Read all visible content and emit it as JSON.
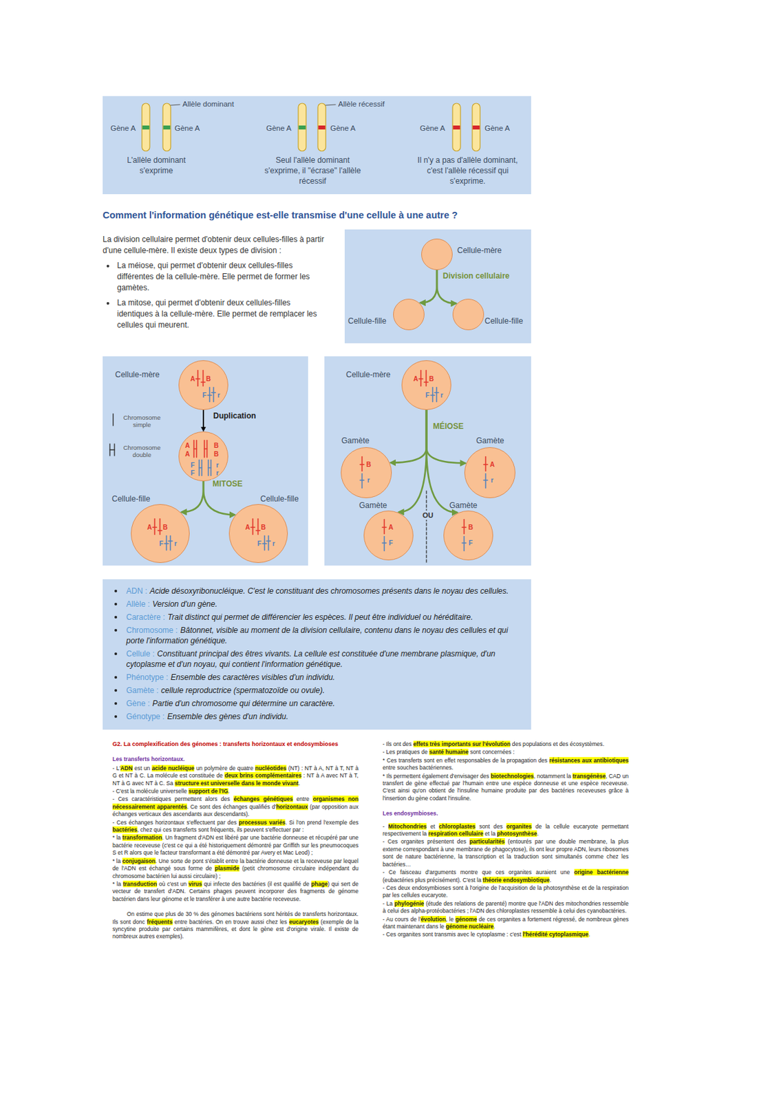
{
  "diagram": {
    "nodes": [
      {
        "text": [
          "L'allèle dominant s'exprime",
          "Seul l'allèle dominant s'exprime, il \"écrase\" l'allèle récessif",
          "Il n'y a pas d'allèle dominant, c'est l'allèle récessif qui s'exprime."
        ]
      },
      {
        "text": [
          "La division cellulaire permet d'obtenir deux cellules-filles à partir d'une cellule-mère. Il existe deux types de division :",
          "La méiose, qui permet d'obtenir deux cellules-filles différentes de la cellule-mère. Elle permet de former les gamètes.",
          "La mitose, qui permet d'obtenir deux cellules-filles identiques à la cellule-mère. Elle permet de remplacer les cellules qui meurent."
        ]
      },
      {
        "text": [
          "Division cellulaire"
        ]
      },
      {
        "text": [
          "Cellule-mère"
        ],
        "in": 2
      },
      {
        "text": [
          "Cellule-fille"
        ],
        "in": 2
      },
      {
        "text": [
          "Cellule-fille"
        ],
        "in": 2
      },
      {
        "text": [
          "Chromosome simple",
          "Chromosome double"
        ]
      },
      {
        "text": [
          "Cellule-mère",
          "A",
          "B",
          "F",
          "r"
        ],
        "in": 6
      },
      {
        "text": [
          "A",
          "A",
          "B",
          "B",
          "F",
          "F",
          "r",
          "r"
        ],
        "in": 6
      },
      {
        "text": [
          "Cellule-fille",
          "A",
          "B",
          "F",
          "r"
        ],
        "in": 6
      },
      {
        "text": [
          "Cellule-fille",
          "A",
          "B",
          "F",
          "r"
        ],
        "in": 6
      },
      {
        "text": [
          "MÉIOSE"
        ]
      },
      {
        "text": [
          "Cellule-mère",
          "A",
          "B",
          "F",
          "r"
        ],
        "in": 11
      },
      {
        "text": [
          "Gamète",
          "B",
          "r"
        ],
        "in": 11
      },
      {
        "text": [
          "Gamète",
          "A",
          "r"
        ],
        "in": 11
      },
      {
        "text": [
          "Gamète",
          "A",
          "F"
        ],
        "in": 11
      },
      {
        "text": [
          "Gamète",
          "B",
          "F"
        ],
        "in": 11
      },
      {
        "text": [
          "ADN :",
          "Acide désoxyribonucléique. C'est le constituant des chromosomes présents dans le noyau des cellules.",
          "Allèle :",
          "Version d'un gène.",
          "Caractère :",
          "Trait distinct qui permet de différencier les espèces. Il peut être individuel ou héréditaire.",
          "Chromosome :",
          "Bâtonnet, visible au moment de la division cellulaire, contenu dans le noyau des cellules et qui porte l'information génétique.",
          "Cellule :",
          "Constituant principal des êtres vivants. La cellule est constituée d'une membrane plasmique, d'un cytoplasme et d'un noyau, qui contient l'information génétique.",
          "Phénotype :",
          "Ensemble des caractères visibles d'un individu.",
          "Gamète :",
          "cellule reproductrice (spermatozoïde ou ovule).",
          "Gène :",
          "Partie d'un chromosome qui détermine un caractère.",
          "Génotype :",
          "Ensemble des gènes d'un individu."
        ]
      }
    ],
    "edges": [
      {
        "from": 3,
        "to": 4,
        "arrow": "to"
      },
      {
        "from": 3,
        "to": 5,
        "arrow": "to"
      },
      {
        "from": 7,
        "to": 8,
        "label": "Duplication",
        "arrow": "to"
      },
      {
        "from": 8,
        "to": 9,
        "label": "MITOSE",
        "arrow": "to"
      },
      {
        "from": 8,
        "to": 10,
        "arrow": "to"
      },
      {
        "from": 12,
        "to": 13,
        "arrow": "to"
      },
      {
        "from": 12,
        "to": 14,
        "arrow": "to"
      },
      {
        "from": 12,
        "to": 15,
        "arrow": "to"
      },
      {
        "from": 12,
        "to": 16,
        "arrow": "to"
      }
    ],
    "labels": [
      "Gène A",
      "Allèle dominant",
      "Gène A",
      "Gène A",
      "Allèle récessif",
      "Gène A",
      "Gène A",
      "Gène A",
      "Comment l'information génétique est-elle transmise d'une cellule à une autre ?",
      "OU",
      "G2. La complexification des génomes : transferts horizontaux et endosymbioses",
      "Les transferts horizontaux.",
      "- L'",
      "ADN",
      " est un ",
      "acide nucléique",
      " un polymère de quatre ",
      "nucléotides",
      " (NT) : NT à A, NT à T, NT à G et NT à C. La molécule est constituée de ",
      "deux brins complémentaires",
      " : NT à A avec NT à T, NT à G avec NT à C. Sa ",
      "structure est universelle dans le monde vivant",
      ".",
      "- C'est la molécule universelle ",
      "support de l'IG",
      ".",
      "- Ces caractéristiques permettent alors des ",
      "échanges génétiques",
      " entre ",
      "organismes non nécessairement apparentés",
      ". Ce sont des échanges qualifiés d'",
      "horizontaux",
      " (par opposition aux échanges verticaux des ascendants aux descendants).",
      "- Ces échanges horizontaux s'effectuent par des ",
      "processus variés",
      ". Si l'on prend l'exemple des ",
      "bactéries",
      ", chez qui ces transferts sont fréquents, ils peuvent s'effectuer par :",
      "* la ",
      "transformation",
      ". Un fragment d'ADN est libéré par une bactérie donneuse et récupéré par une bactérie receveuse (c'est ce qui a été historiquement démontré par Griffith sur les pneumocoques S et R alors que le facteur transformant a été démontré par Avery et Mac Leod) ;",
      "* la ",
      "conjugaison",
      ". Une sorte de pont s'établit entre la bactérie donneuse et la receveuse par lequel de l'ADN est échangé sous forme de ",
      "plasmide",
      " (petit chromosome circulaire indépendant du chromosome bactérien lui aussi circulaire) ;",
      "* la ",
      "transduction",
      " où c'est un ",
      "virus",
      " qui infecte des bactéries (il est qualifié de ",
      "phage",
      ") qui sert de vecteur de transfert d'ADN. Certains phages peuvent incorporer des fragments de génome bactérien dans leur génome et le transférer à une autre bactérie receveuse.",
      "On estime que plus de 30 % des génomes bactériens sont hérités de transferts horizontaux. Ils sont donc ",
      "fréquents",
      " entre bactéries. On en trouve aussi chez les ",
      "eucaryotes",
      " (exemple de la syncytine produite par certains mammifères, et dont le gène est d'origine virale. Il existe de nombreux autres exemples).",
      "- Ils ont des ",
      "effets très importants sur l'évolution",
      " des populations et des écosystèmes.",
      "- Les pratiques de ",
      "santé humaine",
      " sont concernées :",
      "* Ces transferts sont en effet responsables de la propagation des ",
      "résistances aux antibiotiques",
      " entre souches bactériennes.",
      "* Ils permettent également d'envisager des ",
      "biotechnologies",
      ", notamment la ",
      "transgénèse",
      ", CAD un transfert de gène effectué par l'humain entre une espèce donneuse et une espèce receveuse. C'est ainsi qu'on obtient de l'insuline humaine produite par des bactéries receveuses grâce à l'insertion du gène codant l'insuline.",
      "Les endosymbioses.",
      "- ",
      "Mitochondries",
      " et ",
      "chloroplastes",
      " sont des ",
      "organites",
      " de la cellule eucaryote permettant respectivement la ",
      "respiration cellulaire",
      " et la ",
      "photosynthèse",
      ".",
      "- Ces organites présentent des ",
      "particularités",
      " (entourés par une double membrane, la plus externe correspondant à une membrane de phagocytose), ils ont leur propre ADN, leurs ribosomes sont de nature bactérienne, la transcription et la traduction sont simultanés comme chez les bactéries…",
      "- Ce faisceau d'arguments montre que ces organites auraient une ",
      "origine bactérienne",
      " (eubactéries plus précisément). C'est la ",
      "théorie endosymbiotique",
      ".",
      "- Ces deux endosymbioses sont à l'origine de l'acquisition de la photosynthèse et de la respiration par les cellules eucaryote.",
      "- La ",
      "phylogénie",
      " (étude des relations de parenté) montre que l'ADN des mitochondries ressemble à celui des alpha-protéobactéries ; l'ADN des chloroplastes ressemble à celui des cyanobactéries.",
      "- Au cours de l'",
      "évolution",
      ", le ",
      "génome",
      " de ces organites a fortement régressé, de nombreux gènes étant maintenant dans le ",
      "génome nucléaire",
      ".",
      "- Ces organites sont transmis avec le cytoplasme : c'est ",
      "l'hérédité cytoplasmique",
      "."
    ]
  }
}
